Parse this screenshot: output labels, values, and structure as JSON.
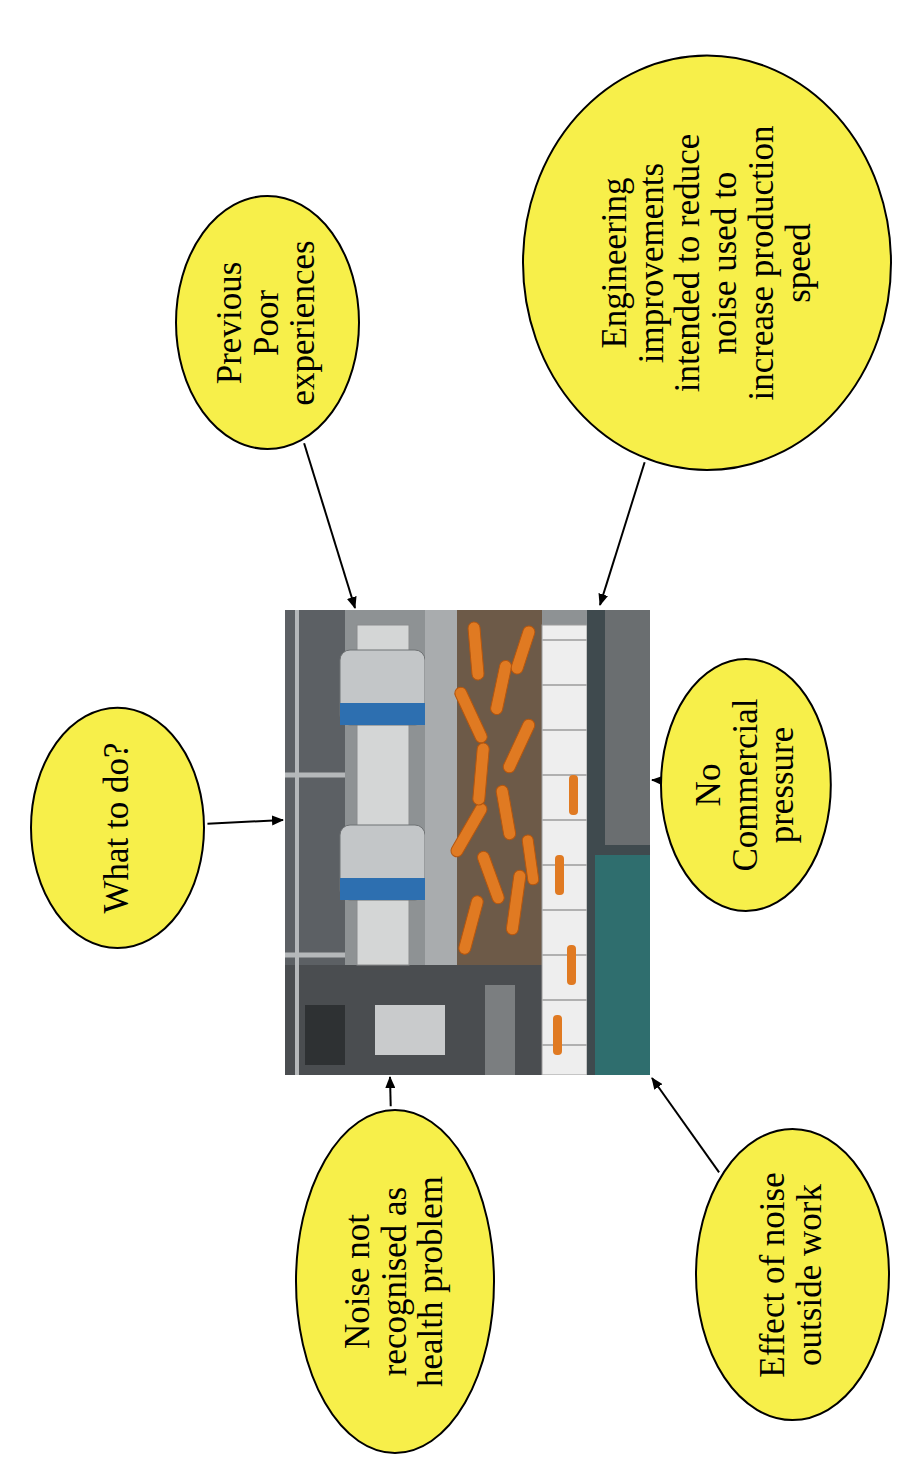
{
  "diagram": {
    "nodes": [
      {
        "text": [
          "What to do?"
        ]
      },
      {
        "text": [
          "Previous Poor experiences"
        ]
      },
      {
        "text": [
          "Engineering improvements intended to reduce noise used to increase production speed"
        ]
      },
      {
        "text": [
          "No Commercial pressure"
        ]
      },
      {
        "text": [
          "Effect of noise outside work"
        ]
      },
      {
        "text": [
          "Noise not recognised as health problem"
        ]
      }
    ]
  }
}
